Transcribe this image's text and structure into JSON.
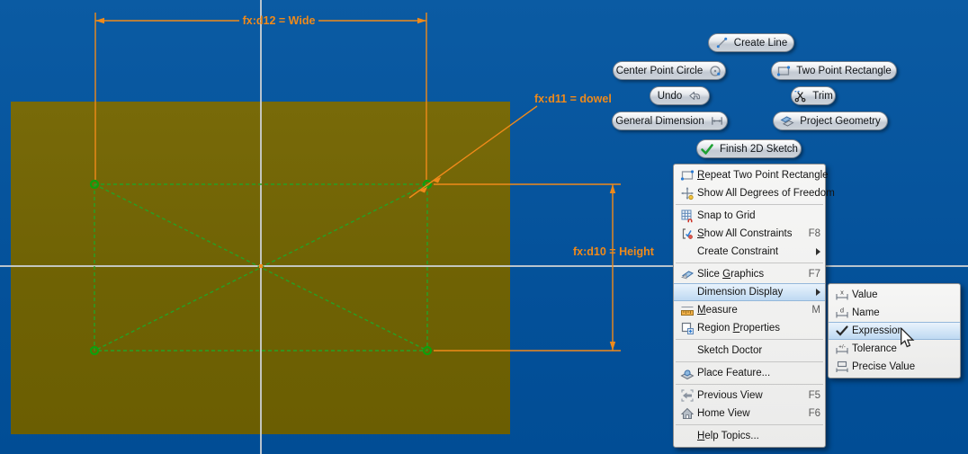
{
  "canvas": {
    "dimensions": {
      "wide": "fx:d12 = Wide",
      "dowel": "fx:d11 = dowel",
      "height": "fx:d10 = Height"
    },
    "colors": {
      "viewport_blue": "#03509a",
      "sketch_region_olive": "#6f6204",
      "dimension_orange": "#f08a1a",
      "sketch_green": "#22a322",
      "axis_gray": "#ccd0d4",
      "menu_highlight_blue": "#bed9f2"
    }
  },
  "marking_menu": {
    "buttons": [
      {
        "label": "Create Line"
      },
      {
        "label": "Center Point Circle"
      },
      {
        "label": "Two Point Rectangle"
      },
      {
        "label": "Undo"
      },
      {
        "label": "Trim"
      },
      {
        "label": "General Dimension"
      },
      {
        "label": "Project Geometry"
      },
      {
        "label": "Finish 2D Sketch"
      }
    ]
  },
  "context_menu": {
    "items": [
      {
        "label": "Repeat Two Point Rectangle",
        "shortcut": "",
        "ul": 0
      },
      {
        "label": "Show All Degrees of Freedom",
        "shortcut": ""
      },
      {
        "label": "Snap to Grid",
        "shortcut": ""
      },
      {
        "label": "Show All Constraints",
        "shortcut": "F8",
        "ul": 0
      },
      {
        "label": "Create Constraint",
        "shortcut": "",
        "has_submenu": true
      },
      {
        "label": "Slice Graphics",
        "shortcut": "F7",
        "ul": 6
      },
      {
        "label": "Dimension Display",
        "shortcut": "",
        "has_submenu": true,
        "highlighted": true
      },
      {
        "label": "Measure",
        "shortcut": "M",
        "ul": 0
      },
      {
        "label": "Region Properties",
        "shortcut": "",
        "ul": 7
      },
      {
        "label": "Sketch Doctor",
        "shortcut": ""
      },
      {
        "label": "Place Feature...",
        "shortcut": ""
      },
      {
        "label": "Previous View",
        "shortcut": "F5"
      },
      {
        "label": "Home View",
        "shortcut": "F6"
      },
      {
        "label": "Help Topics...",
        "shortcut": "",
        "ul": 0
      }
    ]
  },
  "dimension_display_submenu": {
    "items": [
      {
        "label": "Value"
      },
      {
        "label": "Name"
      },
      {
        "label": "Expression",
        "checked": true,
        "highlighted": true
      },
      {
        "label": "Tolerance"
      },
      {
        "label": "Precise Value"
      }
    ]
  }
}
